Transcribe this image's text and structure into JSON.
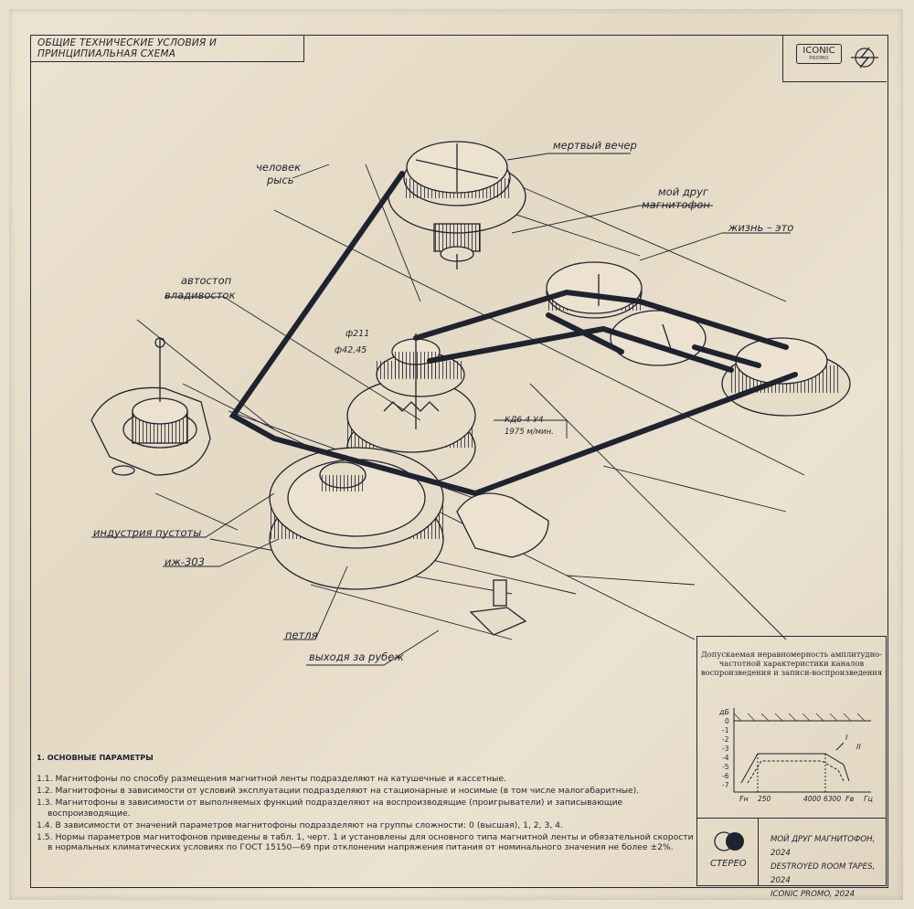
{
  "header": {
    "title": "ОБЩИЕ ТЕХНИЧЕСКИЕ УСЛОВИЯ И ПРИНЦИПИАЛЬНАЯ СХЕМА",
    "logo_text": "ICONIC",
    "logo_sub": "PROMO"
  },
  "labels": {
    "mertvy": "мертвый вечер",
    "chelovek": "человек",
    "rys": "рысь",
    "moy_drug": "мой друг",
    "magnitofon": "магнитофон",
    "zhizn": "жизнь – это",
    "avtostop": "автостоп",
    "vladivostok": "владивосток",
    "d211": "ф211",
    "d4245": "ф42,45",
    "kd": "КД6-4-У4",
    "kd2": "1975 м/мин.",
    "industriya": "индустрия пустоты",
    "izh": "иж-303",
    "petlya": "петля",
    "vyhodya": "выходя за рубеж"
  },
  "spec": {
    "heading": "1. ОСНОВНЫЕ ПАРАМЕТРЫ",
    "items": [
      "1.1. Магнитофоны по способу размещения магнитной ленты подразделяют на катушечные и кассетные.",
      "1.2. Магнитофоны в зависимости от условий эксплуатации подразделяют на стационарные и носимые (в том числе малогабаритные).",
      "1.3. Магнитофоны в зависимости от выполняемых функций подразделяют на воспроизводящие (проигрыватели) и записывающие воспроизводящие.",
      "1.4. В зависимости от значений параметров магнитофоны подразделяют на группы сложности: 0 (высшая), 1, 2, 3, 4.",
      "1.5. Нормы параметров магнитофонов приведены в табл. 1, черт. 1 и установлены для основного типа магнитной ленты и обязательной скорости в нормальных климатических условиях по ГОСТ 15150—69 при отклонении напряжения питания от номинального значения не более ±2%."
    ]
  },
  "graph": {
    "title": "Допускаемая неравномерность амплитудно-частотной характеристики каналов воспроизведения и записи-воспроизведения",
    "unit_db": "дБ",
    "y_ticks": [
      "0",
      "-1",
      "-2",
      "-3",
      "-4",
      "-5",
      "-6",
      "-7"
    ],
    "x_ticks": [
      "Fн",
      "250",
      "4000",
      "6300",
      "Fв",
      "Гц"
    ],
    "curve_labels": [
      "I",
      "II"
    ]
  },
  "stamp": {
    "stereo": "СТЕРЕО",
    "credits": [
      "МОЙ ДРУГ МАГНИТОФОН, 2024",
      "DESTROYED ROOM TAPES, 2024",
      "ICONIC PROMO, 2024"
    ]
  }
}
